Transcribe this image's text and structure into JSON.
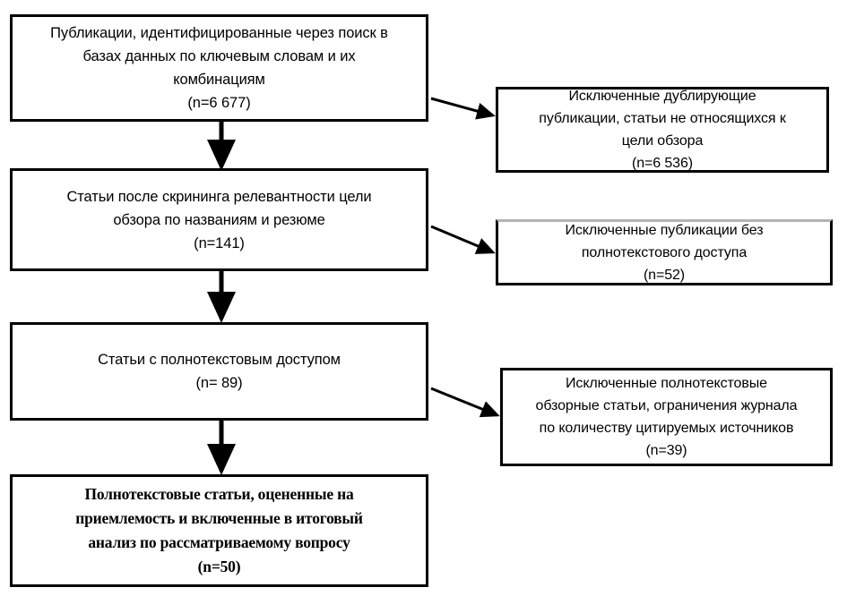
{
  "diagram": {
    "type": "prisma-flow-diagram",
    "language": "ru",
    "background_color": "#ffffff",
    "stroke_color": "#000000",
    "stages": [
      {
        "id": "identification",
        "lines": [
          "Публикации, идентифицированные через поиск в",
          "базах данных по ключевым словам и их",
          "комбинациям",
          "(n=6 677)"
        ],
        "count": "6 677"
      },
      {
        "id": "screening",
        "lines": [
          "Статьи после скрининга релевантности цели",
          "обзора по названиям и резюме",
          "(n=141)"
        ],
        "count": "141"
      },
      {
        "id": "fulltext",
        "lines": [
          "Статьи с полнотекстовым доступом",
          "(n= 89)"
        ],
        "count": "89"
      },
      {
        "id": "included",
        "lines": [
          "Полнотекстовые статьи, оцененные на",
          "приемлемость и включенные в итоговый",
          "анализ по рассматриваемому вопросу",
          "(n=50)"
        ],
        "count": "50"
      }
    ],
    "exclusions": [
      {
        "id": "excluded-duplicates",
        "lines": [
          "Исключенные дублирующие",
          "публикации, статьи не относящихся к",
          "цели обзора",
          "(n=6 536)"
        ],
        "count": "6 536"
      },
      {
        "id": "excluded-no-fulltext",
        "lines": [
          "Исключенные публикации без",
          "полнотекстового доступа",
          "(n=52)"
        ],
        "count": "52"
      },
      {
        "id": "excluded-reviews",
        "lines": [
          "Исключенные полнотекстовые",
          "обзорные статьи, ограничения журнала",
          "по количеству цитируемых источников",
          "(n=39)"
        ],
        "count": "39"
      }
    ]
  }
}
